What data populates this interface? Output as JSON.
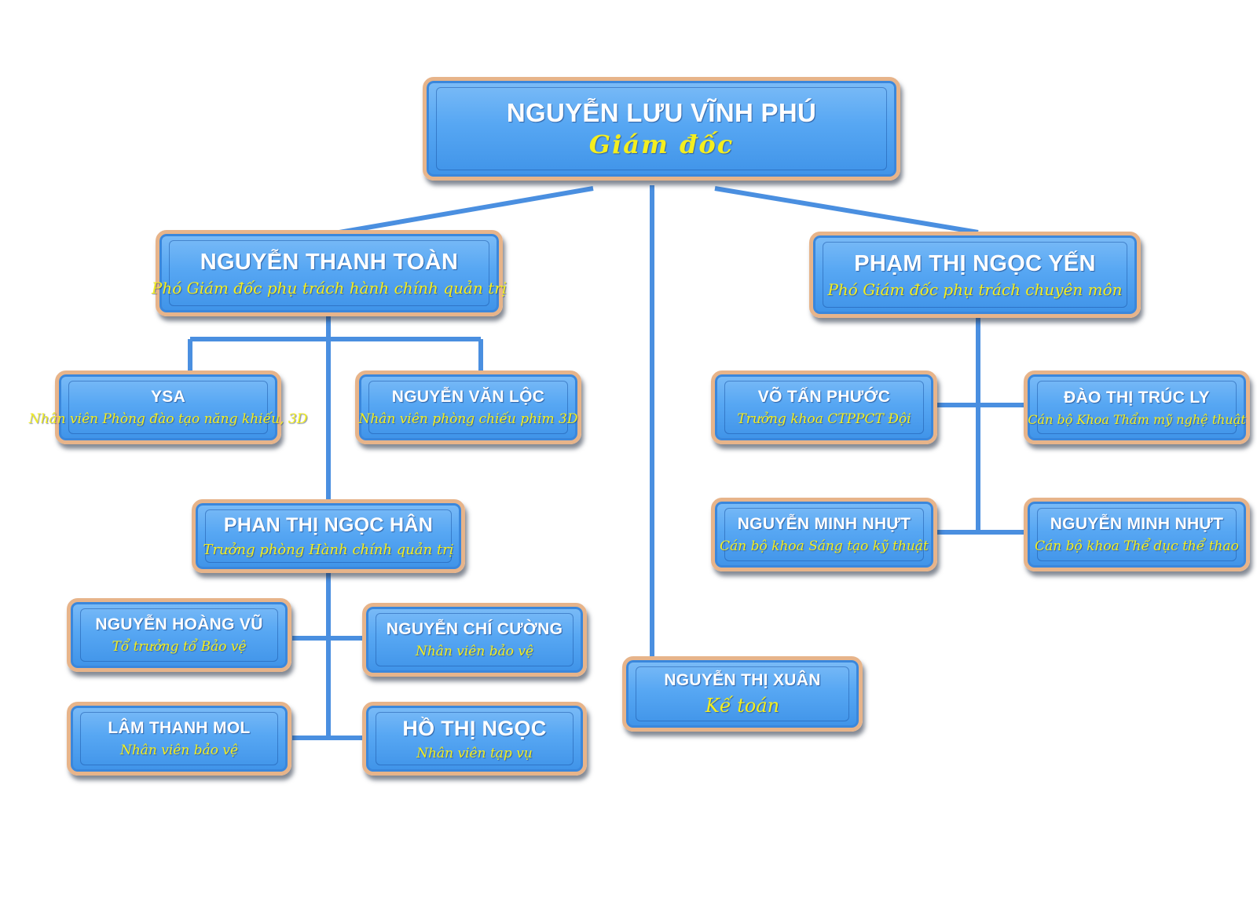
{
  "org_chart": {
    "director": {
      "name": "NGUYỄN LƯU VĨNH PHÚ",
      "role": "Giám đốc"
    },
    "deputy_admin": {
      "name": "NGUYỄN THANH TOÀN",
      "role": "Phó Giám đốc phụ trách hành chính quản trị"
    },
    "deputy_prof": {
      "name": "PHẠM THỊ NGỌC YẾN",
      "role": "Phó Giám đốc phụ trách chuyên môn"
    },
    "ysa": {
      "name": "YSA",
      "role": "Nhân viên Phòng đào tạo năng khiếu, 3D"
    },
    "nguyen_van_loc": {
      "name": "NGUYỄN VĂN LỘC",
      "role": "Nhân viên phòng chiếu phim 3D"
    },
    "phan_thi_ngoc_han": {
      "name": "PHAN THỊ NGỌC HÂN",
      "role": "Trưởng phòng Hành chính quản trị"
    },
    "nguyen_hoang_vu": {
      "name": "NGUYỄN HOÀNG VŨ",
      "role": "Tổ trưởng tổ Bảo vệ"
    },
    "nguyen_chi_cuong": {
      "name": "NGUYỄN CHÍ CƯỜNG",
      "role": "Nhân viên bảo vệ"
    },
    "lam_thanh_mol": {
      "name": "LÂM THANH MOL",
      "role": "Nhân viên bảo vệ"
    },
    "ho_thi_ngoc": {
      "name": "HỒ THỊ NGỌC",
      "role": "Nhân viên tạp vụ"
    },
    "nguyen_thi_xuan": {
      "name": "NGUYỄN THỊ XUÂN",
      "role": "Kế toán"
    },
    "vo_tan_phuoc": {
      "name": "VÕ TẤN PHƯỚC",
      "role": "Trưởng khoa CTPPCT Đội"
    },
    "dao_thi_truc_ly": {
      "name": "ĐÀO THỊ TRÚC LY",
      "role": "Cán bộ Khoa Thẩm mỹ nghệ thuật"
    },
    "nguyen_minh_nhut_1": {
      "name": "NGUYỄN MINH NHỰT",
      "role": "Cán bộ khoa Sáng tạo kỹ thuật"
    },
    "nguyen_minh_nhut_2": {
      "name": "NGUYỄN MINH NHỰT",
      "role": "Cán bộ khoa Thể dục thể thao"
    }
  },
  "colors": {
    "box_fill": "#57a7f3",
    "box_border": "#e7b48a",
    "name_text": "#ffffff",
    "role_text": "#f3ee1f",
    "connector": "#4a8fe0"
  }
}
